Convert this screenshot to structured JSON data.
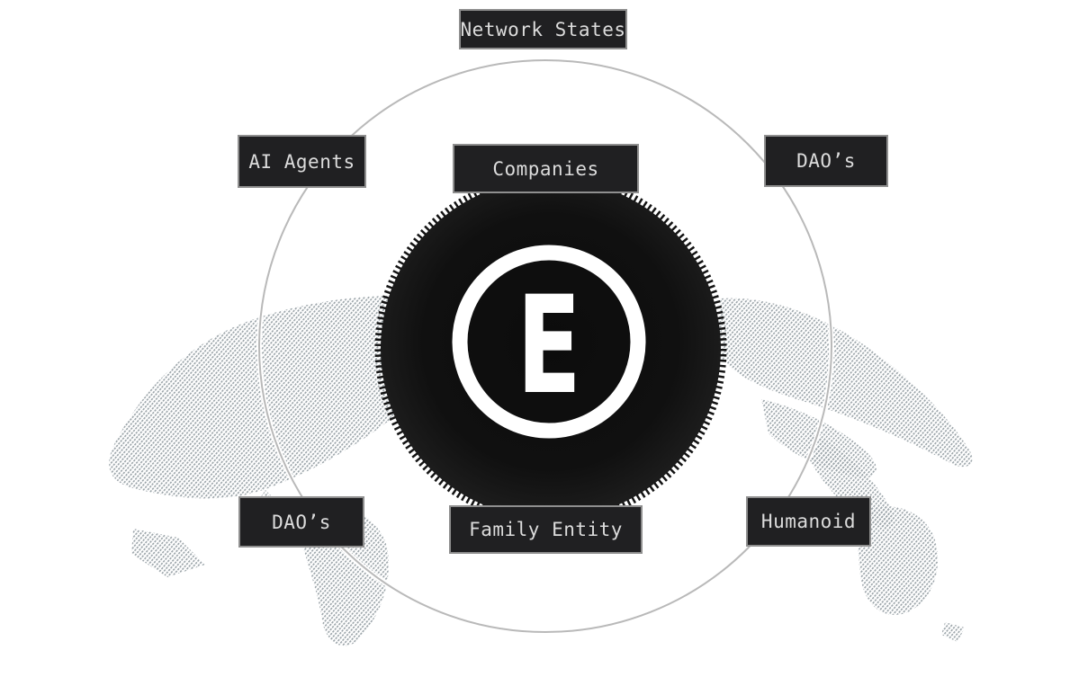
{
  "logo": {
    "letter": "E"
  },
  "labels": [
    {
      "id": "network-states",
      "text": "Network States"
    },
    {
      "id": "ai-agents",
      "text": "AI Agents"
    },
    {
      "id": "companies",
      "text": "Companies"
    },
    {
      "id": "daos-right",
      "text": "DAO’s"
    },
    {
      "id": "daos-left",
      "text": "DAO’s"
    },
    {
      "id": "family-entity",
      "text": "Family Entity"
    },
    {
      "id": "humanoid",
      "text": "Humanoid"
    }
  ],
  "colors": {
    "background": "#ffffff",
    "box_bg": "#202022",
    "box_border": "#8f8f8f",
    "box_text": "#dcdcdc",
    "disc_fill": "#111111",
    "orbit_ring": "#b9b9b9",
    "map_dots": "#9aa3a8",
    "logo_color": "#ffffff"
  }
}
